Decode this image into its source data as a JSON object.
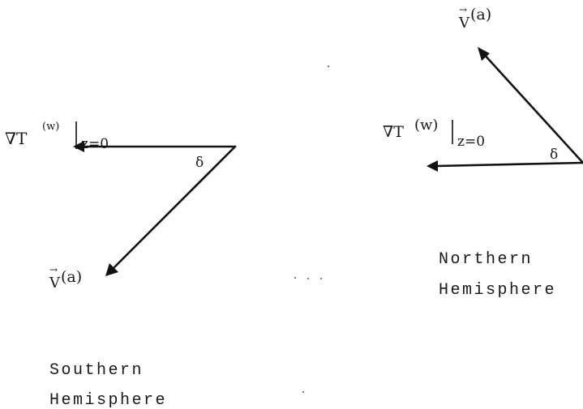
{
  "southern": {
    "gradient_symbol": "∇T",
    "gradient_superscript": "(w)",
    "gradient_subscript": "z=0",
    "velocity_symbol": "V",
    "velocity_arrow": "→",
    "velocity_superscript": "(a)",
    "angle": "δ",
    "caption_line1": "Southern",
    "caption_line2": "Hemisphere"
  },
  "northern": {
    "gradient_symbol": "∇T",
    "gradient_superscript": "(w)",
    "gradient_subscript": "z=0",
    "velocity_symbol": "V",
    "velocity_arrow": "→",
    "velocity_superscript": "(a)",
    "angle": "δ",
    "caption_line1": "Northern",
    "caption_line2": "Hemisphere"
  },
  "colors": {
    "ink": "#111111"
  }
}
